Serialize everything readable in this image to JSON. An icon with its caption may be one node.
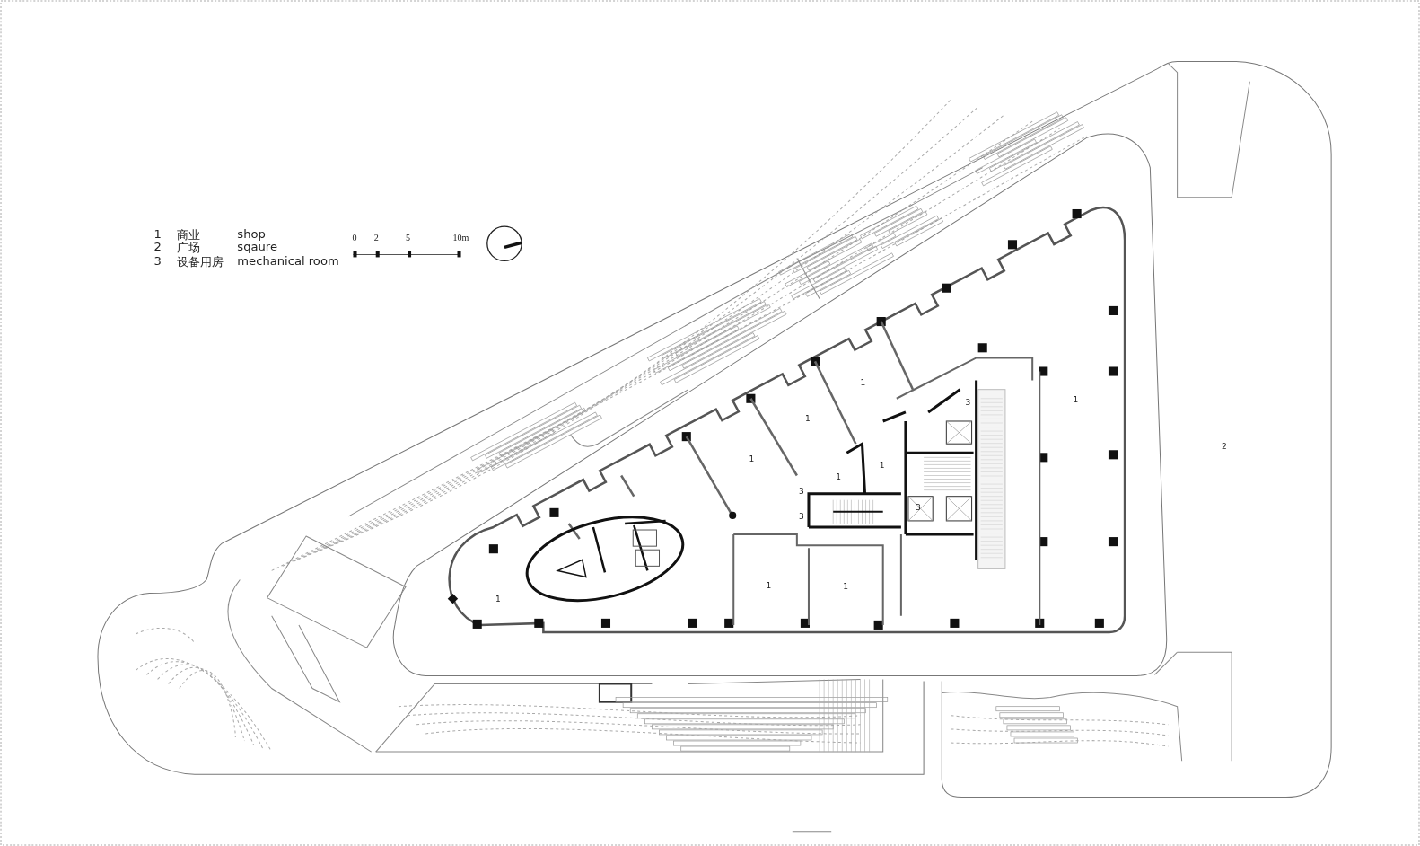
{
  "diagram": {
    "labels": [
      "1",
      "商业",
      "shop",
      "2",
      "广场",
      "sqaure",
      "3",
      "设备用房",
      "mechanical room",
      "0",
      "2",
      "5",
      "10m",
      "1",
      "1",
      "3",
      "1",
      "2",
      "1",
      "1",
      "1",
      "3",
      "3",
      "3",
      "1",
      "1",
      "1"
    ]
  }
}
